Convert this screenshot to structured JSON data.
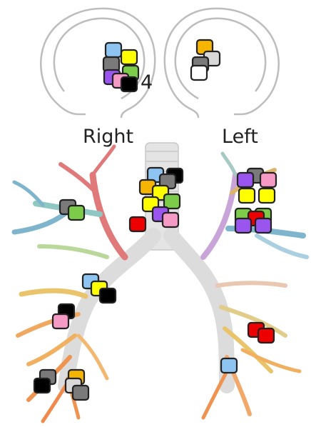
{
  "labels": {
    "right": "Right",
    "left": "Left",
    "count": "4"
  },
  "colors": {
    "blue": "#8ec4f2",
    "yellow": "#ffff00",
    "grey": "#7a7a7a",
    "green": "#7ccc4a",
    "purple": "#9955ee",
    "pink": "#f49ac4",
    "black": "#000000",
    "orange": "#f5b400",
    "white": "#ffffff",
    "lightgrey": "#d9d9d9",
    "red": "#ee0000"
  }
}
